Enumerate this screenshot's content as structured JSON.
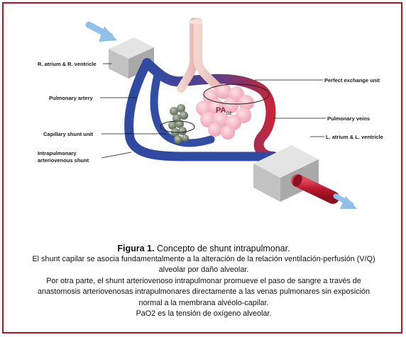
{
  "diagram": {
    "labels": {
      "r_atrium": "R. atrium & R. ventricle",
      "pulmonary_artery": "Pulmonary artery",
      "capillary_shunt": "Capillary shunt unit",
      "intrapulmonary_shunt_line1": "Intrapulmonary",
      "intrapulmonary_shunt_line2": "arteriovenous shunt",
      "perfect_exchange": "Perfect exchange unit",
      "pulmonary_veins": "Pulmonary veins",
      "l_atrium": "L. atrium & L. ventricle",
      "pao2_main": "PA",
      "pao2_sub": "O2"
    },
    "colors": {
      "venous_blue": "#2f4aa0",
      "arterial_red": "#c8243a",
      "chamber_gray": "#cfcfcf",
      "flow_arrow": "#7fb6e6",
      "alveoli_pink": "#f4b8c4",
      "collapsed_alveoli": "#6f7f6a",
      "frame_red": "#b5162b"
    }
  },
  "caption": {
    "fig_number": "Figura 1.",
    "fig_title": " Concepto de shunt intrapulmonar.",
    "line1": "El shunt capilar se asocia fundamentalmente a la alteración de la relación ventilación-perfusión (V/Q)",
    "line2": "alveolar por daño alveolar.",
    "line3": "Por otra parte, el shunt arteriovenoso intrapulmonar promueve el paso de sangre a través de",
    "line4": "anastomosis arteriovenosas intrapulmonares directamente a las venas pulmonares sin exposición",
    "line5": "normal a la membrana alvéolo-capilar.",
    "line6": "PaO2 es la tensión de oxígeno alveolar."
  }
}
